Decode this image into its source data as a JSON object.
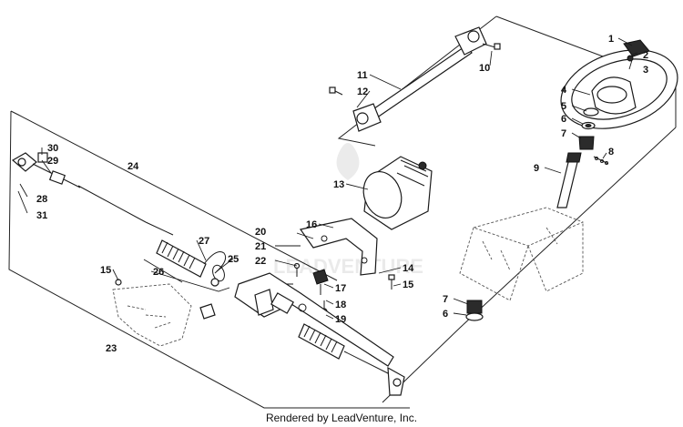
{
  "credit": "Rendered by LeadVenture, Inc.",
  "watermark_text": "LEADVENTURE",
  "callouts": [
    "1",
    "2",
    "3",
    "4",
    "5",
    "6",
    "7",
    "8",
    "9",
    "10",
    "11",
    "12",
    "13",
    "14",
    "15",
    "15",
    "16",
    "17",
    "18",
    "19",
    "20",
    "21",
    "22",
    "23",
    "24",
    "25",
    "26",
    "27",
    "28",
    "29",
    "30",
    "31",
    "7",
    "6"
  ]
}
